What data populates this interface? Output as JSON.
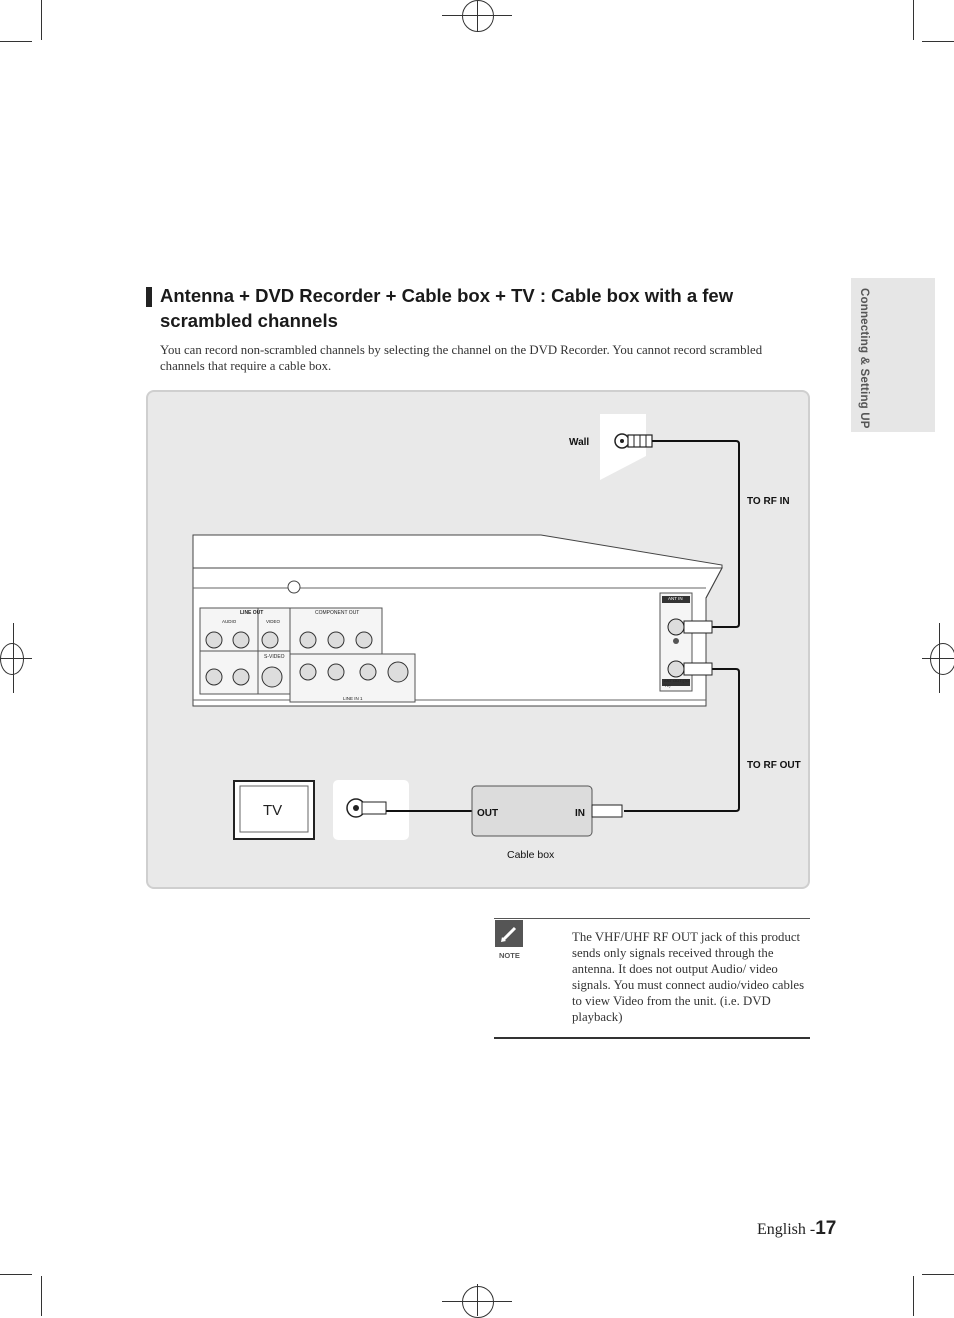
{
  "section": {
    "title": "Antenna + DVD Recorder + Cable box + TV : Cable box with a few scrambled channels",
    "intro": "You can record non-scrambled channels by selecting the channel  on the DVD Recorder. You cannot record scrambled channels that require a cable box."
  },
  "side_tab": {
    "label": "Connecting & Setting UP"
  },
  "diagram": {
    "wall_label": "Wall",
    "to_rf_in_label": "TO RF IN",
    "to_rf_out_label": "TO RF OUT",
    "tv_label": "TV",
    "cable_box_out": "OUT",
    "cable_box_in": "IN",
    "cable_box_caption": "Cable box",
    "panel_labels": {
      "line_out": "LINE OUT",
      "component_out": "COMPONENT OUT",
      "s_video": "S-VIDEO",
      "video": "VIDEO",
      "audio": "AUDIO",
      "line_in": "LINE IN 1",
      "ant_in": "ANT IN",
      "ant_out": "ANT OUT (TO TV)"
    }
  },
  "note": {
    "icon_label": "NOTE",
    "text": "The VHF/UHF RF OUT jack of this product sends only signals received through the antenna. It does not output Audio/ video signals. You must connect audio/video cables to view Video from the unit. (i.e. DVD playback)"
  },
  "footer": {
    "language": "English -",
    "page_number": "17"
  }
}
